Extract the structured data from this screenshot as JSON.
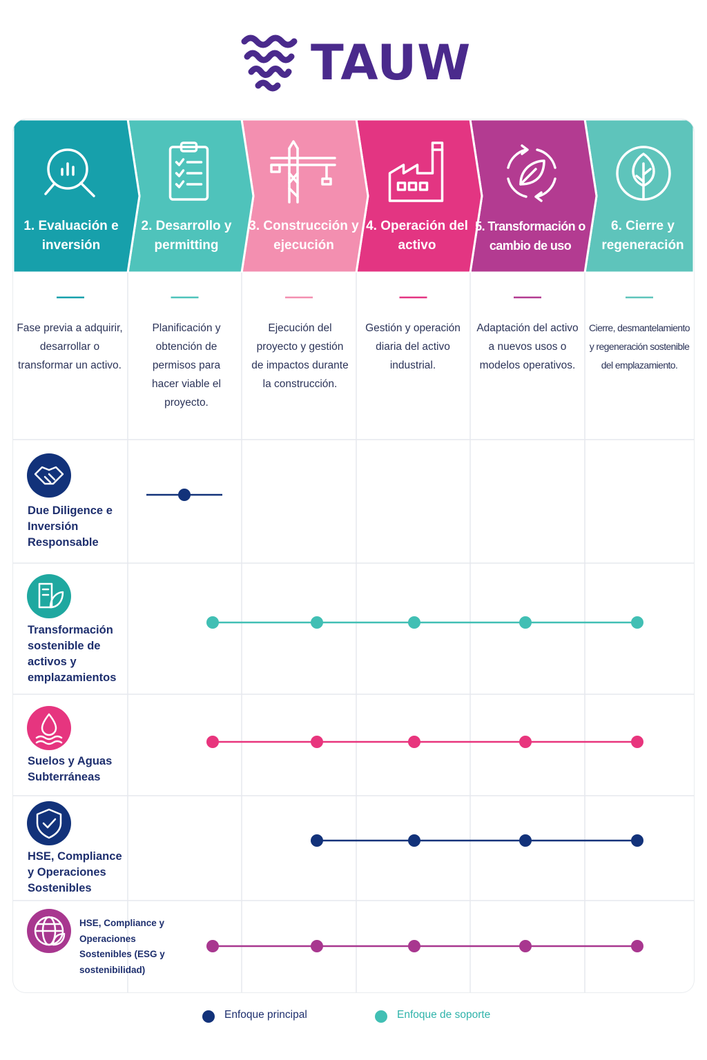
{
  "brand": {
    "name": "TAUW",
    "color": "#4a2a8c"
  },
  "phases": [
    {
      "title": "1. Evaluación e inversión",
      "icon": "magnifier-chart-icon",
      "color": "#17a0ab",
      "desc": "Fase previa a adquirir, desarrollar o transformar un activo."
    },
    {
      "title": "2. Desarrollo y permitting",
      "icon": "clipboard-checklist-icon",
      "color": "#4fc3bb",
      "desc": "Planificación y obtención de permisos para hacer viable el proyecto."
    },
    {
      "title": "3. Construcción y ejecución",
      "icon": "crane-icon",
      "color": "#f38fb0",
      "desc": "Ejecución del proyecto y gestión de impactos durante la construcción."
    },
    {
      "title": "4. Operación del activo",
      "icon": "factory-icon",
      "color": "#e33582",
      "desc": "Gestión y operación diaria del activo industrial."
    },
    {
      "title": "5. Transformación o cambio de uso",
      "icon": "leaf-cycle-icon",
      "color": "#b33b91",
      "desc": "Adaptación del activo a nuevos usos o modelos operativos."
    },
    {
      "title": "6. Cierre y regeneración",
      "icon": "leaf-circle-icon",
      "color": "#5ec4bb",
      "desc": "Cierre, desmantelamiento y regeneración sostenible del emplazamiento."
    }
  ],
  "services": [
    {
      "label": "Due Diligence e Inversión Responsable",
      "icon": "handshake-icon",
      "icon_color": "#12327a",
      "line_color": "#12327a",
      "stages": [
        2
      ]
    },
    {
      "label": "Transformación sostenible de activos y emplazamientos",
      "icon": "building-leaf-icon",
      "icon_color": "#1fa8a0",
      "line_color": "#41bfb4",
      "stages": [
        2,
        3,
        4,
        5,
        6
      ]
    },
    {
      "label": "Suelos y Aguas Subterráneas",
      "icon": "water-drop-icon",
      "icon_color": "#e6357f",
      "line_color": "#e8357d",
      "stages": [
        2,
        3,
        4,
        5,
        6
      ]
    },
    {
      "label": "HSE, Compliance y Operaciones Sostenibles",
      "icon": "shield-check-icon",
      "icon_color": "#12327a",
      "line_color": "#12327a",
      "stages": [
        3,
        4,
        5,
        6
      ]
    },
    {
      "label": "HSE, Compliance y Operaciones Sostenibles (ESG y sostenibilidad)",
      "icon": "globe-leaf-icon",
      "icon_color": "#a8378f",
      "line_color": "#a8378f",
      "stages": [
        2,
        3,
        4,
        5,
        6
      ]
    }
  ],
  "legend": [
    {
      "label": "Enfoque principal",
      "color": "#12327a",
      "text_color": "#1e2f6e"
    },
    {
      "label": "Enfoque de soporte",
      "color": "#41bfb4",
      "text_color": "#2fb3aa"
    }
  ]
}
